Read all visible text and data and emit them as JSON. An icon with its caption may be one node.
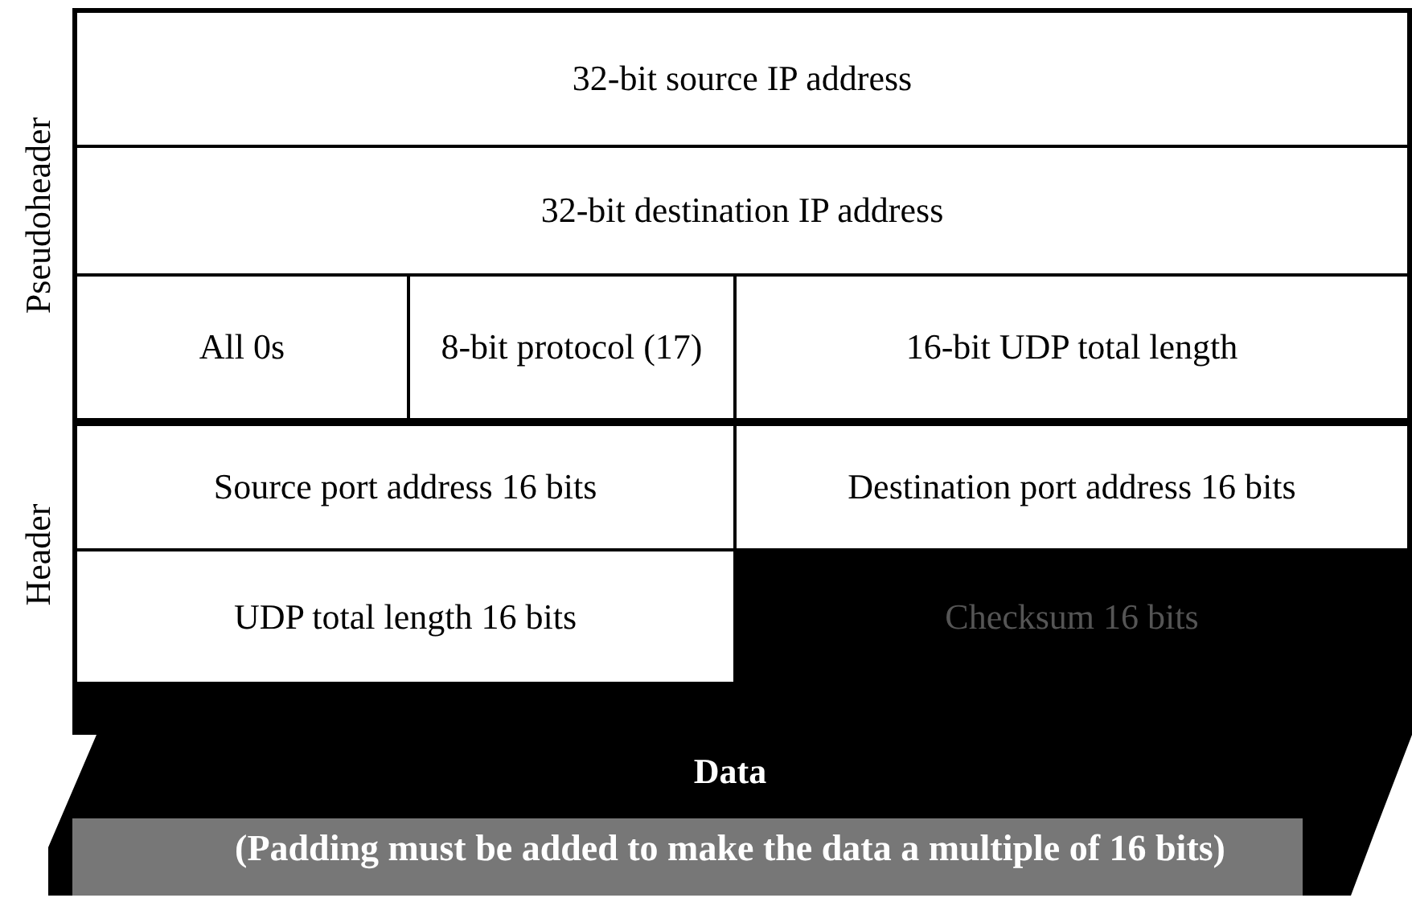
{
  "diagram": {
    "nodes": [
      {
        "text": [
          "Pseudoheader"
        ]
      },
      {
        "text": [
          "32-bit source IP address"
        ],
        "in": 0
      },
      {
        "text": [
          "32-bit destination IP address"
        ],
        "in": 0
      },
      {
        "text": [
          "All 0s"
        ],
        "in": 0
      },
      {
        "text": [
          "8-bit protocol (17)"
        ],
        "in": 0
      },
      {
        "text": [
          "16-bit UDP total length"
        ],
        "in": 0
      },
      {
        "text": [
          "Header"
        ]
      },
      {
        "text": [
          "Source port address 16 bits"
        ],
        "in": 6
      },
      {
        "text": [
          "Destination port address 16 bits"
        ],
        "in": 6
      },
      {
        "text": [
          "UDP total length 16 bits"
        ],
        "in": 6
      },
      {
        "text": [
          "Checksum 16 bits"
        ],
        "in": 6
      },
      {
        "text": [
          "Data",
          "(Padding must be added to make the data a multiple of 16 bits)"
        ]
      }
    ],
    "edges": []
  }
}
